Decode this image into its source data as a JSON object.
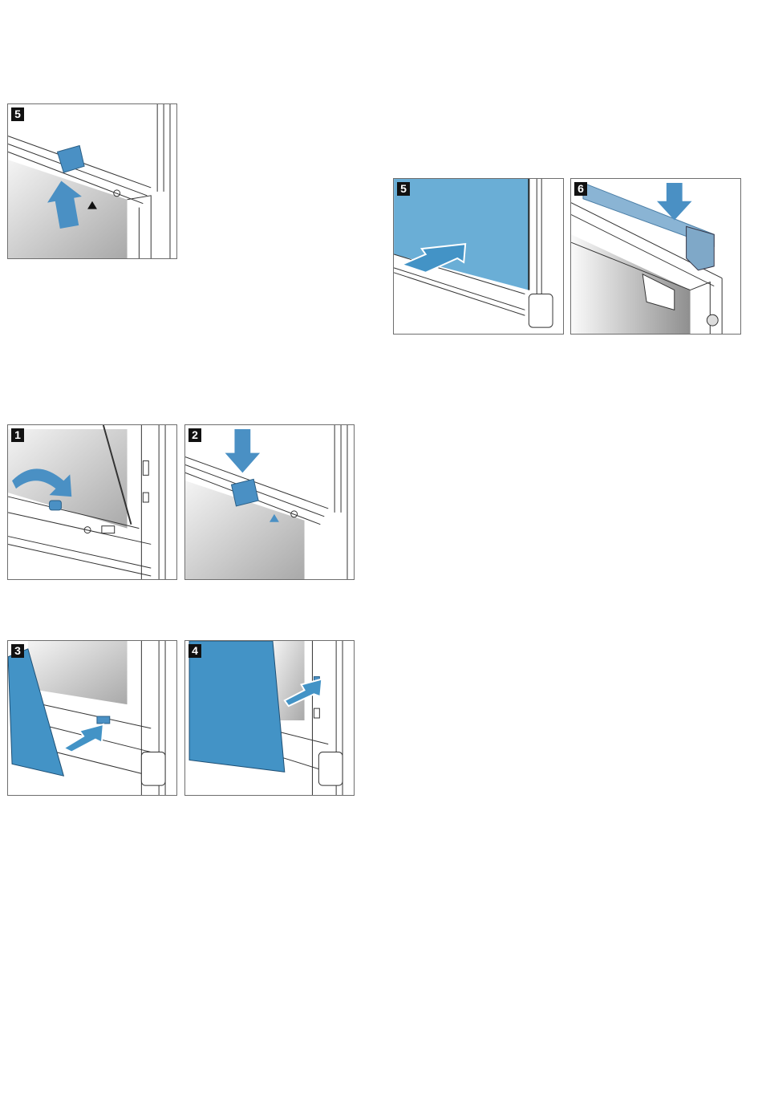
{
  "colors": {
    "accent": "#4a90c4",
    "door_glass": "#6aaed6",
    "panel_blue": "#4393c6",
    "border": "#6e6e6e"
  },
  "figures": [
    {
      "id": "left-top",
      "step": "5",
      "icon": "arrow-up-icon"
    },
    {
      "id": "right-top-a",
      "step": "5",
      "icon": "arrow-right-icon"
    },
    {
      "id": "right-top-b",
      "step": "6",
      "icon": "arrow-down-icon"
    },
    {
      "id": "left-mid-a",
      "step": "1",
      "icon": "curved-arrow-icon"
    },
    {
      "id": "left-mid-b",
      "step": "2",
      "icon": "arrow-down-icon"
    },
    {
      "id": "left-bot-a",
      "step": "3",
      "icon": "arrow-right-icon"
    },
    {
      "id": "left-bot-b",
      "step": "4",
      "icon": "arrow-right-icon"
    }
  ]
}
